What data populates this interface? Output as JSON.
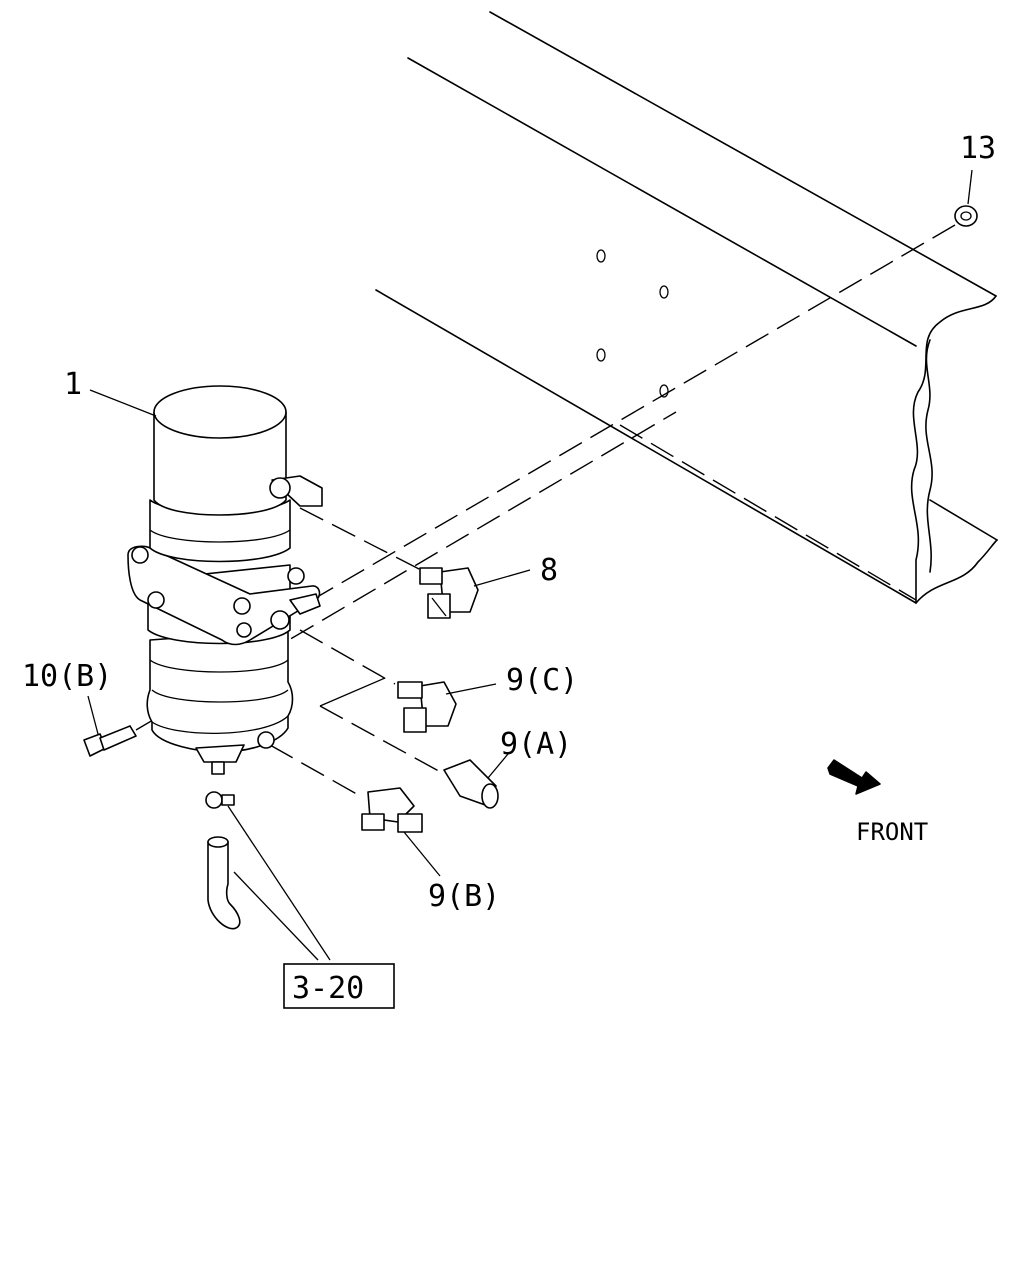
{
  "labels": {
    "p1": "1",
    "p8": "8",
    "p9a": "9(A)",
    "p9b": "9(B)",
    "p9c": "9(C)",
    "p10b": "10(B)",
    "p13": "13",
    "ref": "3-20"
  },
  "front_label": "FRONT"
}
